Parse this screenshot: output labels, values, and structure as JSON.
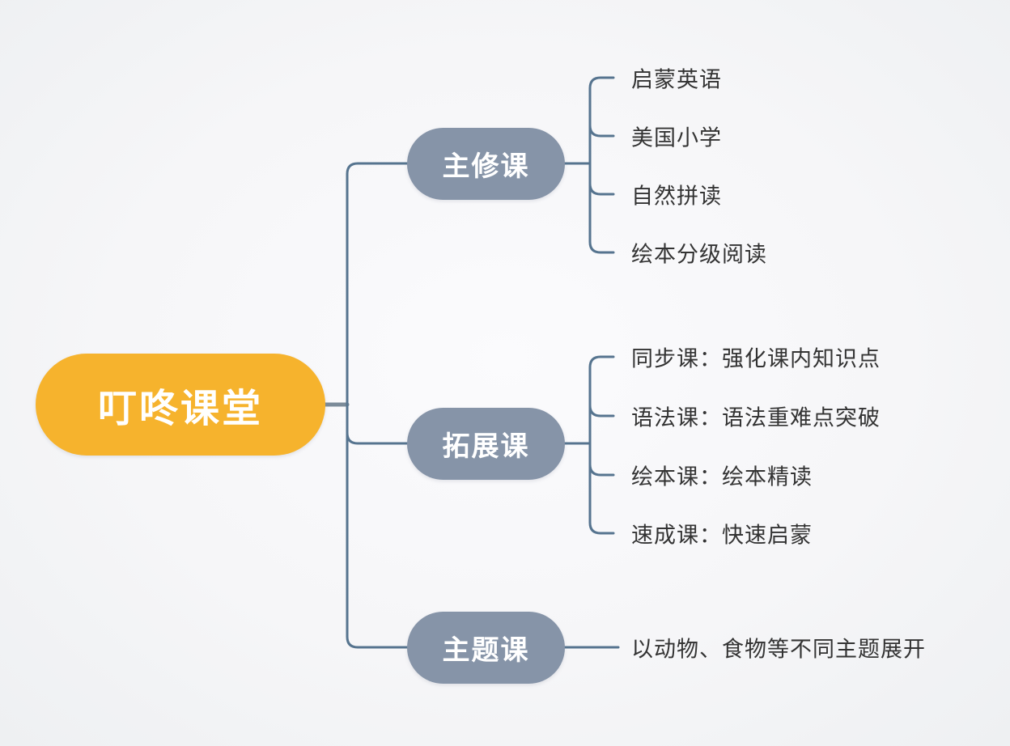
{
  "root": {
    "label": "叮咚课堂"
  },
  "branches": [
    {
      "label": "主修课",
      "children": [
        "启蒙英语",
        "美国小学",
        "自然拼读",
        "绘本分级阅读"
      ]
    },
    {
      "label": "拓展课",
      "children": [
        "同步课：强化课内知识点",
        "语法课：语法重难点突破",
        "绘本课：绘本精读",
        "速成课：快速启蒙"
      ]
    },
    {
      "label": "主题课",
      "children": [
        "以动物、食物等不同主题展开"
      ]
    }
  ],
  "colors": {
    "root_fill": "#F6B32D",
    "branch_fill": "#8694A8",
    "line": "#56748F",
    "node_text": "#FFFFFF",
    "leaf_text": "#333333",
    "background": "#F4F4F6"
  }
}
